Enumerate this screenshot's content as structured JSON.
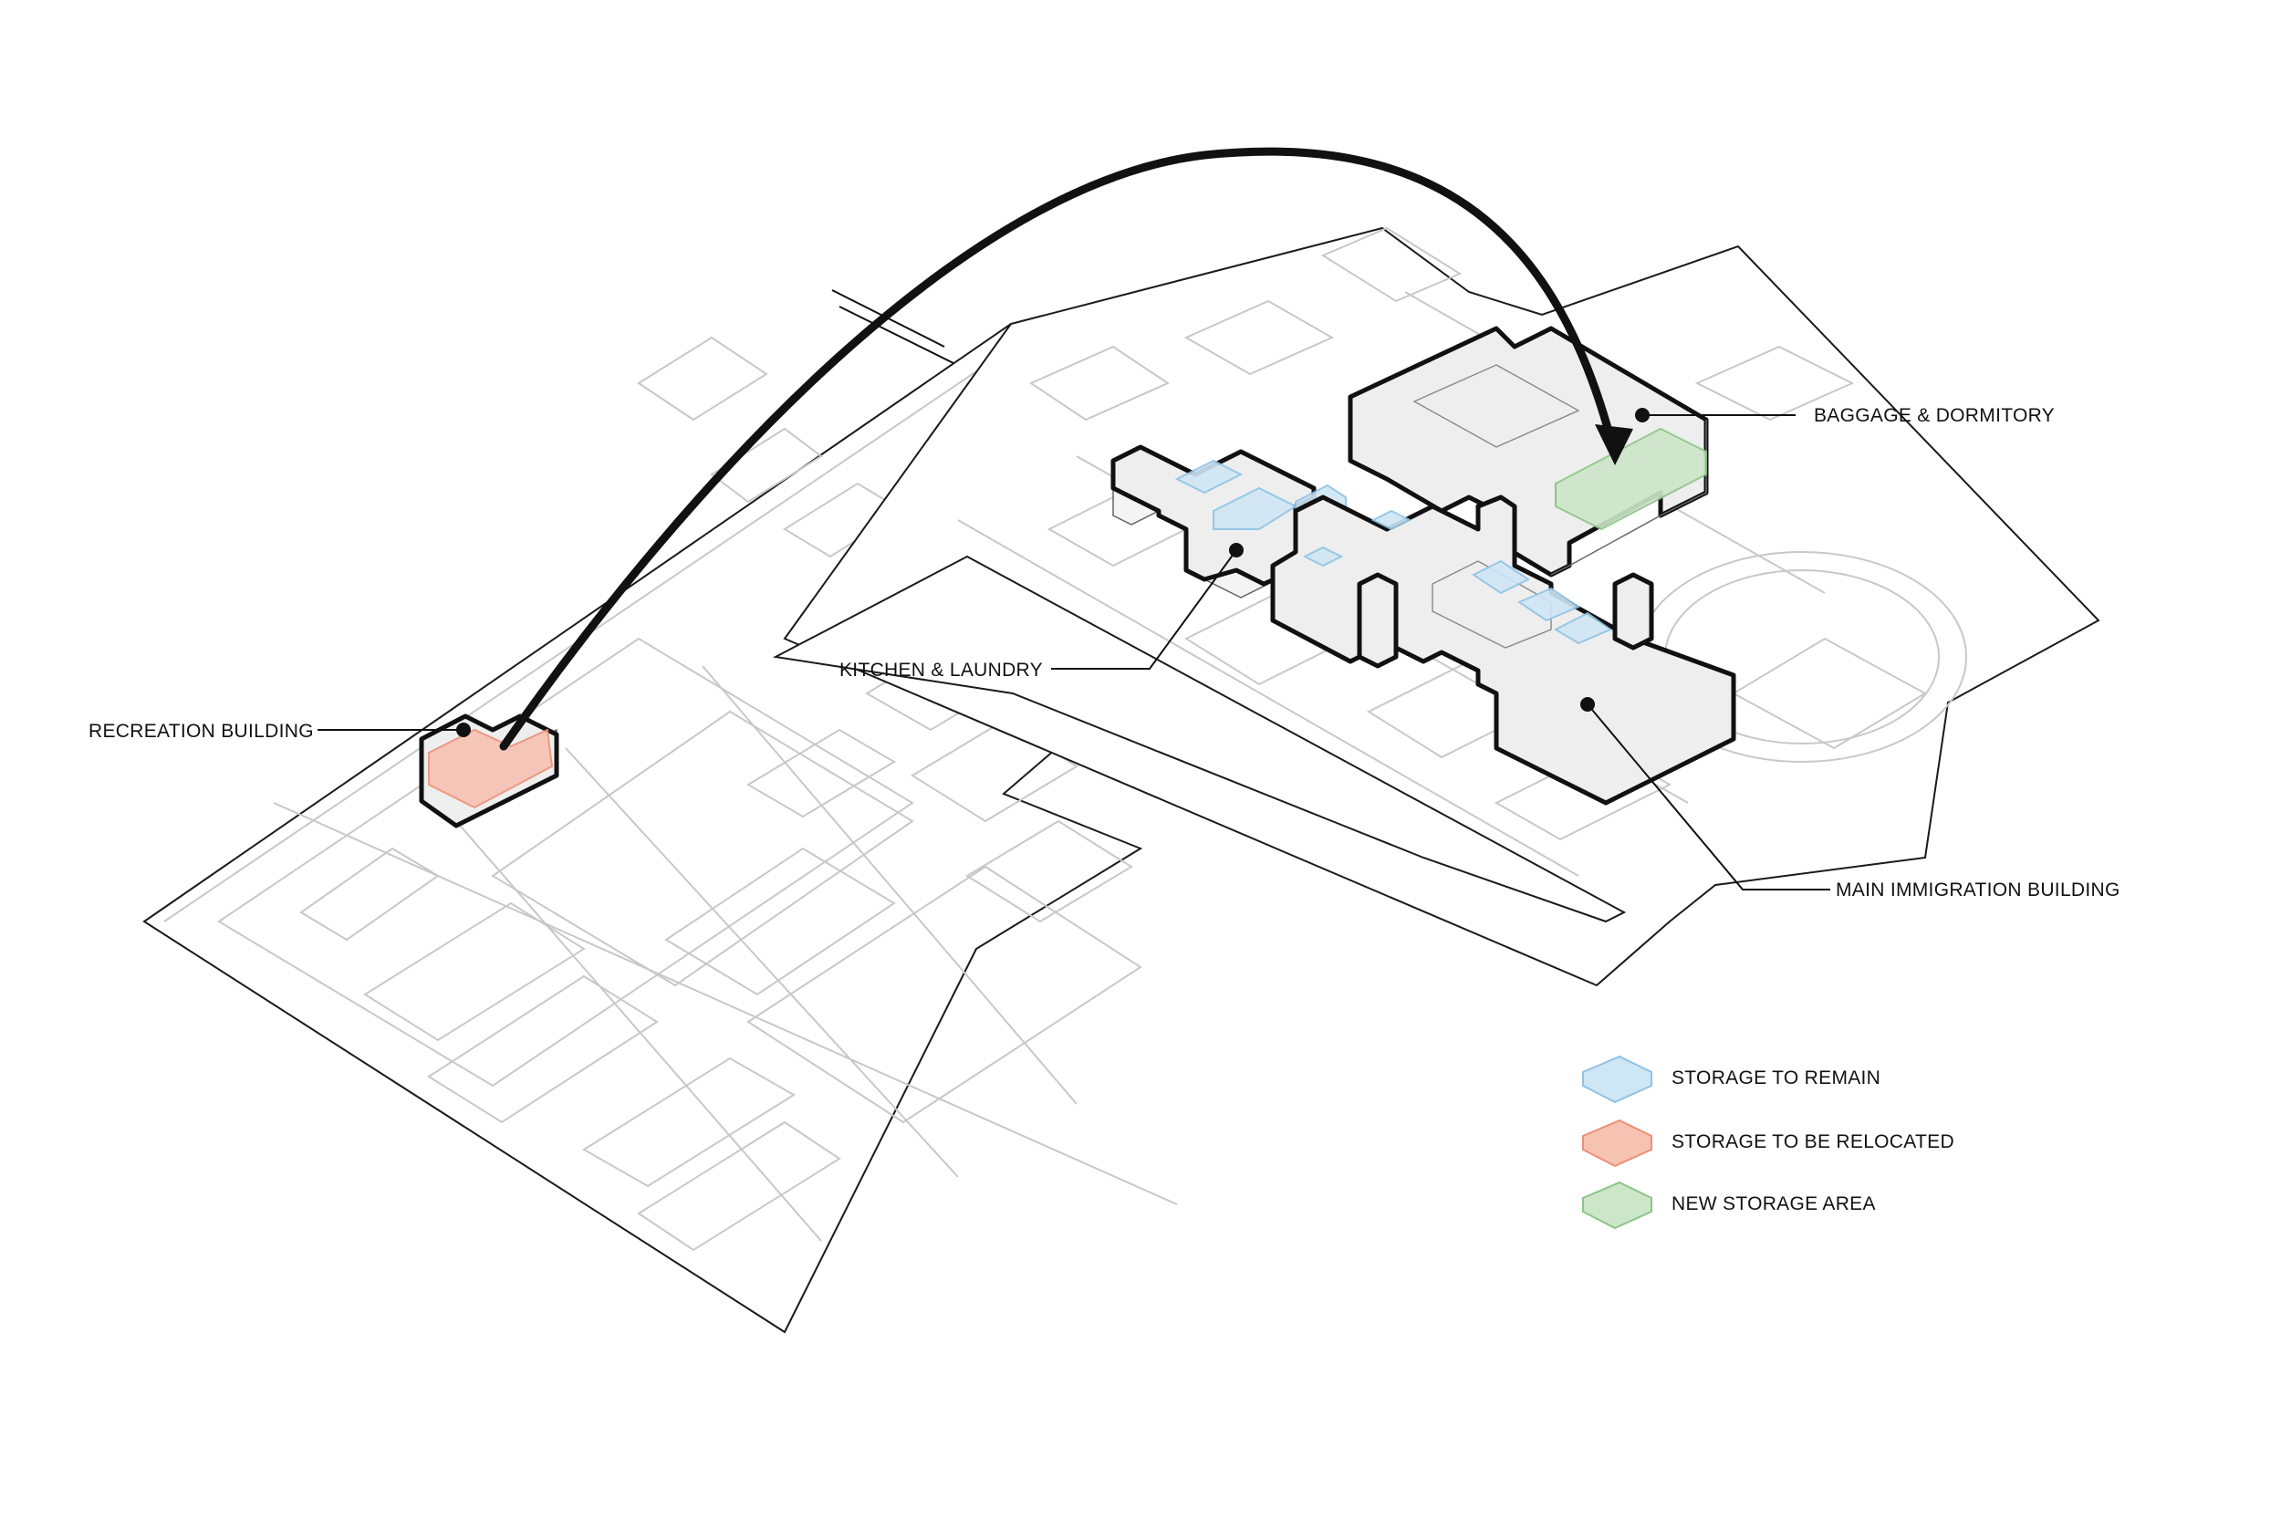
{
  "labels": {
    "recreation": "RECREATION BUILDING",
    "kitchen": "KITCHEN & LAUNDRY",
    "baggage": "BAGGAGE & DORMITORY",
    "main": "MAIN IMMIGRATION BUILDING"
  },
  "legend": [
    {
      "label": "STORAGE TO REMAIN",
      "color": "#cfe6f5",
      "stroke": "#8ec3e6"
    },
    {
      "label": "STORAGE TO BE RELOCATED",
      "color": "#f6c2b2",
      "stroke": "#ec8f76"
    },
    {
      "label": "NEW STORAGE AREA",
      "color": "#cde6c9",
      "stroke": "#8cc586"
    }
  ],
  "colors": {
    "remain": "#cfe6f5",
    "relocated": "#f6c2b2",
    "new": "#cde6c9",
    "arrow": "#111111"
  }
}
